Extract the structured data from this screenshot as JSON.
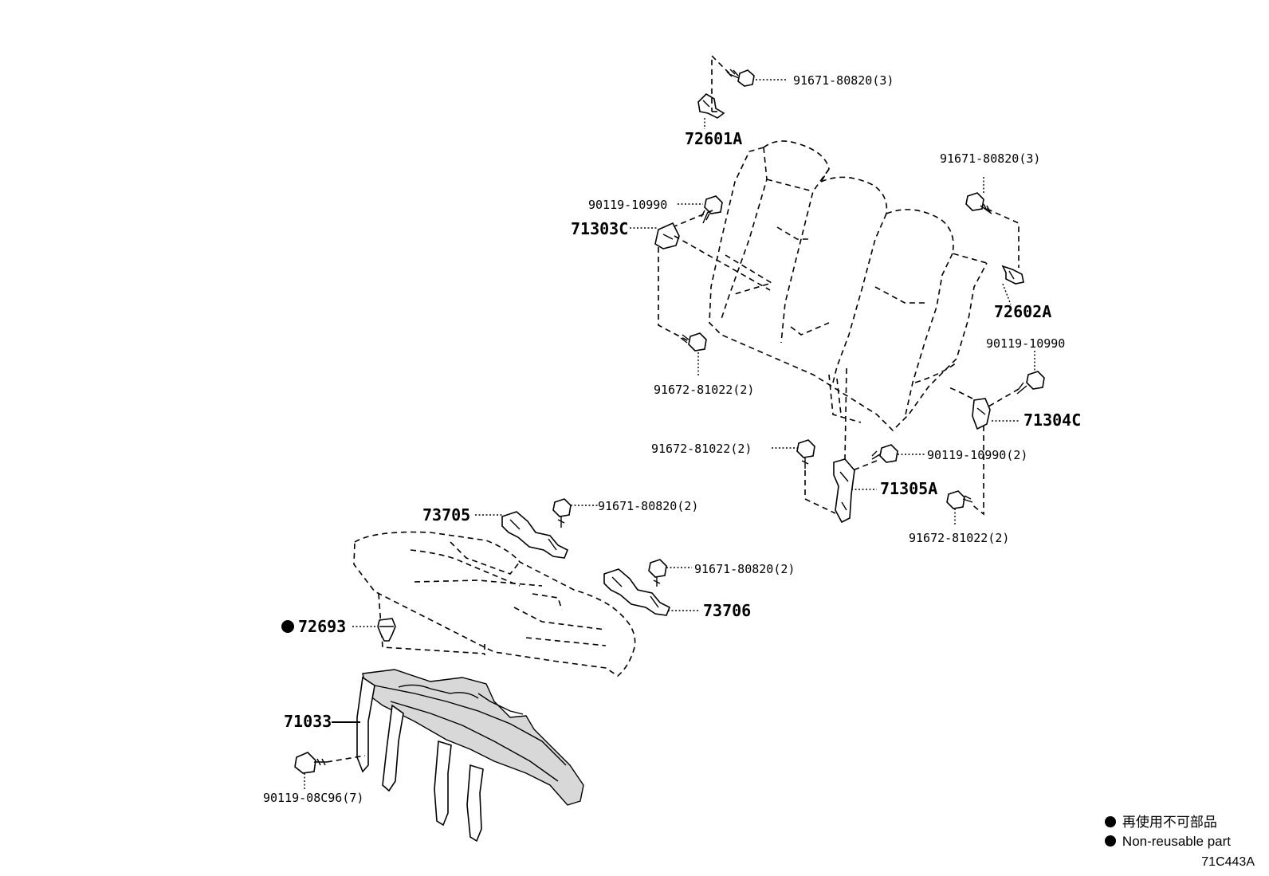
{
  "labels": {
    "p_91671_80820_3_top": "91671-80820(3)",
    "p_72601A": "72601A",
    "p_91671_80820_3_right": "91671-80820(3)",
    "p_90119_10990_left": "90119-10990",
    "p_71303C": "71303C",
    "p_72602A": "72602A",
    "p_90119_10990_right": "90119-10990",
    "p_91672_81022_2_a": "91672-81022(2)",
    "p_71304C": "71304C",
    "p_91672_81022_2_b": "91672-81022(2)",
    "p_90119_10990_2": "90119-10990(2)",
    "p_71305A": "71305A",
    "p_91672_81022_2_c": "91672-81022(2)",
    "p_73705": "73705",
    "p_91671_80820_2_a": "91671-80820(2)",
    "p_91671_80820_2_b": "91671-80820(2)",
    "p_73706": "73706",
    "p_72693": "72693",
    "p_71033": "71033",
    "p_90119_08C96_7": "90119-08C96(7)"
  },
  "legend": {
    "line1": "再使用不可部品",
    "line2": "Non-reusable part"
  },
  "figure_number": "71C443A"
}
